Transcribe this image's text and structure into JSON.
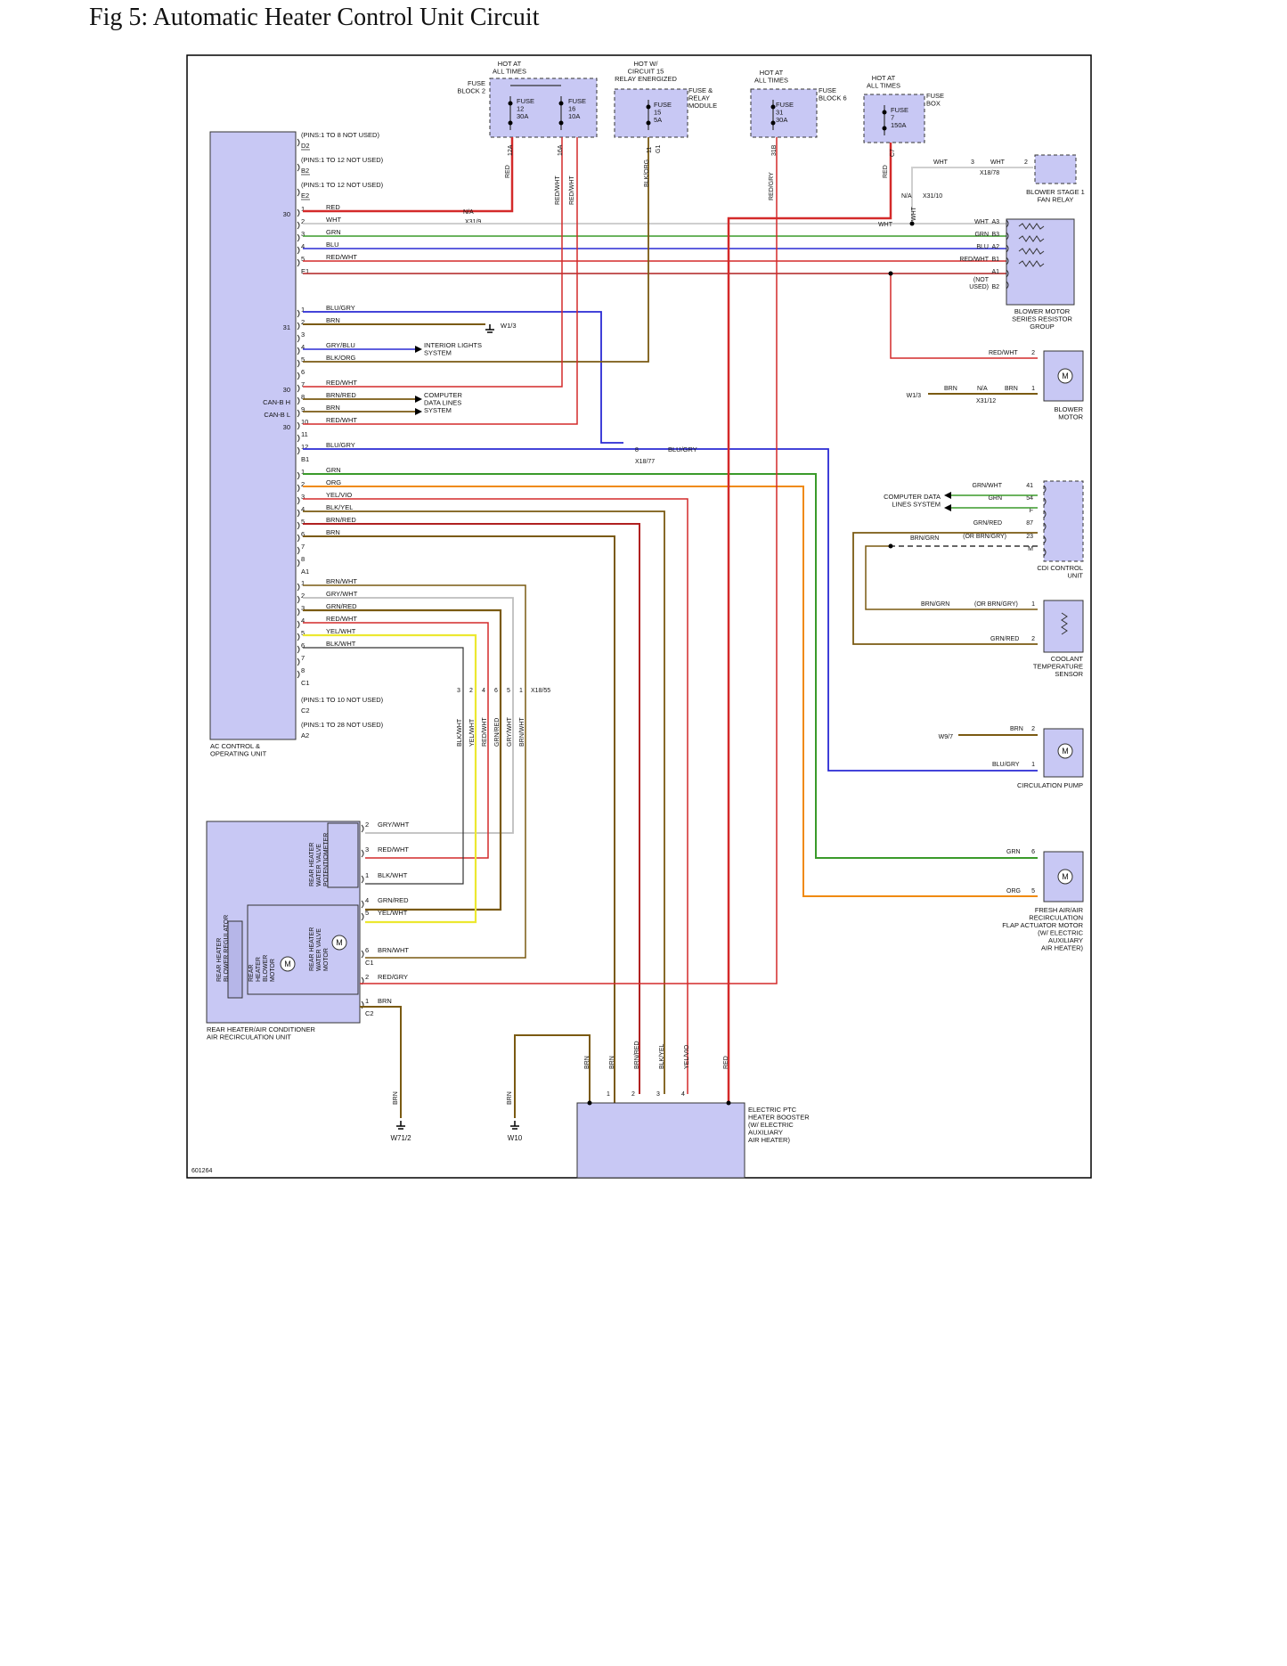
{
  "title": "Fig 5: Automatic Heater Control Unit Circuit",
  "diagram_id": "601264",
  "colors": {
    "RED": "#d42a2a",
    "WHT": "#c8c8c8",
    "GRN": "#3a9a2a",
    "BLU": "#2a2ad4",
    "BRN": "#7a5a12",
    "ORG": "#f08a10",
    "YEL": "#ece830",
    "GRY": "#a8a8a8",
    "component_fill": "#c8c8f4",
    "border": "#000000"
  },
  "fuses": {
    "fb2": {
      "hot": "HOT AT\nALL TIMES",
      "label": "FUSE\nBLOCK 2",
      "f1": "FUSE\n12\n30A",
      "f2": "FUSE\n16\n10A",
      "p1": "12A",
      "p2": "16A"
    },
    "relay": {
      "hot": "HOT W/\nCIRCUIT 15\nRELAY ENERGIZED",
      "label": "FUSE &\nRELAY\nMODULE",
      "f": "FUSE\n15\n5A",
      "p": "11",
      "p2": "G1"
    },
    "fb6": {
      "hot": "HOT AT\nALL TIMES",
      "label": "FUSE\nBLOCK 6",
      "f": "FUSE\n31\n30A",
      "p": "31B"
    },
    "fbox": {
      "hot": "HOT AT\nALL TIMES",
      "label": "FUSE\nBOX",
      "f": "FUSE\n7\n150A",
      "p": "C7"
    }
  },
  "ac_unit": {
    "name": "AC CONTROL &\nOPERATING UNIT",
    "conn_notes": [
      {
        "note": "(PINS:1 TO 8 NOT USED)",
        "conn": "D2"
      },
      {
        "note": "(PINS:1 TO 12 NOT USED)",
        "conn": "B2"
      },
      {
        "note": "(PINS:1 TO 12 NOT USED)",
        "conn": "E2"
      }
    ],
    "e1_pins": [
      {
        "pin": "1",
        "wire": "RED",
        "side": "30"
      },
      {
        "pin": "2",
        "wire": "WHT",
        "side": ""
      },
      {
        "pin": "3",
        "wire": "GRN",
        "side": ""
      },
      {
        "pin": "4",
        "wire": "BLU",
        "side": ""
      },
      {
        "pin": "5",
        "wire": "RED/WHT",
        "side": ""
      }
    ],
    "e1": "E1",
    "b1_pins": [
      {
        "pin": "1",
        "wire": "BLU/GRY",
        "side": ""
      },
      {
        "pin": "2",
        "wire": "BRN",
        "side": "31"
      },
      {
        "pin": "3",
        "wire": "",
        "side": ""
      },
      {
        "pin": "4",
        "wire": "GRY/BLU",
        "side": ""
      },
      {
        "pin": "5",
        "wire": "BLK/ORG",
        "side": ""
      },
      {
        "pin": "6",
        "wire": "",
        "side": ""
      },
      {
        "pin": "7",
        "wire": "RED/WHT",
        "side": "30"
      },
      {
        "pin": "8",
        "wire": "BRN/RED",
        "side": "CAN-B H"
      },
      {
        "pin": "9",
        "wire": "BRN",
        "side": "CAN-B L"
      },
      {
        "pin": "10",
        "wire": "RED/WHT",
        "side": "30"
      },
      {
        "pin": "11",
        "wire": "",
        "side": ""
      },
      {
        "pin": "12",
        "wire": "BLU/GRY",
        "side": ""
      }
    ],
    "b1": "B1",
    "a1_pins": [
      {
        "pin": "1",
        "wire": "GRN"
      },
      {
        "pin": "2",
        "wire": "ORG"
      },
      {
        "pin": "3",
        "wire": "YEL/VIO"
      },
      {
        "pin": "4",
        "wire": "BLK/YEL"
      },
      {
        "pin": "5",
        "wire": "BRN/RED"
      },
      {
        "pin": "6",
        "wire": "BRN"
      },
      {
        "pin": "7",
        "wire": ""
      },
      {
        "pin": "8",
        "wire": ""
      }
    ],
    "a1": "A1",
    "c1_pins": [
      {
        "pin": "1",
        "wire": "BRN/WHT"
      },
      {
        "pin": "2",
        "wire": "GRY/WHT"
      },
      {
        "pin": "3",
        "wire": "GRN/RED"
      },
      {
        "pin": "4",
        "wire": "RED/WHT"
      },
      {
        "pin": "5",
        "wire": "YEL/WHT"
      },
      {
        "pin": "6",
        "wire": "BLK/WHT"
      },
      {
        "pin": "7",
        "wire": ""
      },
      {
        "pin": "8",
        "wire": ""
      }
    ],
    "c1": "C1",
    "c2_note": "(PINS:1 TO 10 NOT USED)",
    "c2": "C2",
    "a2_note": "(PINS:1 TO 28 NOT USED)",
    "a2": "A2"
  },
  "connectors": {
    "x31_9": {
      "id": "X31/9",
      "na": "N/A"
    },
    "x18_77": {
      "id": "X18/77",
      "pin": "8",
      "wire": "BLU/GRY"
    },
    "x18_55": {
      "id": "X18/55",
      "pins": [
        "3",
        "2",
        "4",
        "6",
        "5",
        "1"
      ]
    },
    "x18_78": {
      "id": "X18/78",
      "pin": "3",
      "wire_l": "WHT",
      "wire_r": "WHT",
      "pin_r": "2"
    },
    "x31_10": {
      "id": "X31/10",
      "na": "N/A",
      "wire": "WHT"
    },
    "x31_12": {
      "id": "X31/12",
      "na": "N/A",
      "wire": "BRN",
      "wire_r": "BRN",
      "pin": "1"
    }
  },
  "vertical_wire_labels": {
    "fuse_left": [
      "RED",
      "RED/WHT",
      "RED/WHT",
      "BLK/ORG",
      "RED/GRY",
      "RED"
    ],
    "x18_55": [
      "BLK/WHT",
      "YEL/WHT",
      "RED/WHT",
      "GRN/RED",
      "GRY/WHT",
      "BRN/WHT"
    ],
    "ptc": [
      "BRN",
      "BRN",
      "BRN/RED",
      "BLK/YEL",
      "YEL/VIO",
      "RED"
    ],
    "grounds": [
      "BRN",
      "BRN"
    ],
    "wht_relay": "WHT"
  },
  "grounds": {
    "w1_3a": "W1/3",
    "w1_3b": "W1/3",
    "w9_7": "W9/7",
    "w71_2": "W71/2",
    "w10": "W10"
  },
  "labels": {
    "interior_lights": "INTERIOR LIGHTS\nSYSTEM",
    "computer_data": "COMPUTER\nDATA LINES\nSYSTEM",
    "computer_data2": "COMPUTER DATA\nLINES SYSTEM"
  },
  "components": {
    "blower_relay": {
      "name": "BLOWER STAGE 1\nFAN RELAY"
    },
    "resistor_group": {
      "name": "BLOWER MOTOR\nSERIES RESISTOR\nGROUP",
      "pins": [
        {
          "wire": "WHT",
          "pin": "A3"
        },
        {
          "wire": "GRN",
          "pin": "B3"
        },
        {
          "wire": "BLU",
          "pin": "A2"
        },
        {
          "wire": "RED/WHT",
          "pin": "B1"
        },
        {
          "wire": "",
          "pin": "A1"
        },
        {
          "wire": "(NOT\nUSED)",
          "pin": "B2"
        }
      ],
      "wht_in": "WHT"
    },
    "blower_motor": {
      "name": "BLOWER\nMOTOR",
      "pin2": "2",
      "wire2": "RED/WHT",
      "pin1": "1"
    },
    "cdi": {
      "name": "CDI CONTROL\nUNIT",
      "pins": [
        {
          "wire": "GRN/WHT",
          "pin": "41"
        },
        {
          "wire": "GRN",
          "pin": "54"
        },
        {
          "wire": "",
          "pin": "F"
        },
        {
          "wire": "GRN/RED",
          "pin": "87"
        },
        {
          "wire": "(OR BRN/GRY)",
          "pin": "23"
        },
        {
          "wire": "",
          "pin": "M"
        }
      ],
      "brn_grn": "BRN/GRN"
    },
    "coolant": {
      "name": "COOLANT\nTEMPERATURE\nSENSOR",
      "wire1": "BRN/GRN",
      "alt1": "(OR BRN/GRY)",
      "pin1": "1",
      "wire2": "GRN/RED",
      "pin2": "2"
    },
    "pump": {
      "name": "CIRCULATION PUMP",
      "wire2": "BRN",
      "pin2": "2",
      "wire1": "BLU/GRY",
      "pin1": "1"
    },
    "flap": {
      "name": "FRESH AIR/AIR\nRECIRCULATION\nFLAP ACTUATOR MOTOR\n(W/ ELECTRIC\nAUXILIARY\nAIR HEATER)",
      "wire6": "GRN",
      "pin6": "6",
      "wire5": "ORG",
      "pin5": "5"
    },
    "rear_unit": {
      "name": "REAR HEATER/AIR CONDITIONER\nAIR RECIRCULATION UNIT",
      "pot": "REAR HEATER\nWATER VALVE\nPOTENTIOMETER",
      "valve": "REAR HEATER\nWATER VALVE\nMOTOR",
      "blower": "REAR\nHEATER\nBLOWER\nMOTOR",
      "regulator": "REAR HEATER\nBLOWER REGULATOR",
      "pins": [
        {
          "pin": "2",
          "wire": "GRY/WHT"
        },
        {
          "pin": "3",
          "wire": "RED/WHT"
        },
        {
          "pin": "1",
          "wire": "BLK/WHT"
        },
        {
          "pin": "4",
          "wire": "GRN/RED"
        },
        {
          "pin": "5",
          "wire": "YEL/WHT"
        },
        {
          "pin": "6",
          "wire": "BRN/WHT"
        },
        {
          "pin": "2",
          "wire": "RED/GRY"
        },
        {
          "pin": "1",
          "wire": "BRN"
        }
      ],
      "c1": "C1",
      "c2": "C2"
    },
    "ptc": {
      "name": "ELECTRIC PTC\nHEATER BOOSTER\n(W/ ELECTRIC\nAUXILIARY\nAIR HEATER)",
      "pins": [
        "1",
        "2",
        "3",
        "4"
      ]
    }
  }
}
